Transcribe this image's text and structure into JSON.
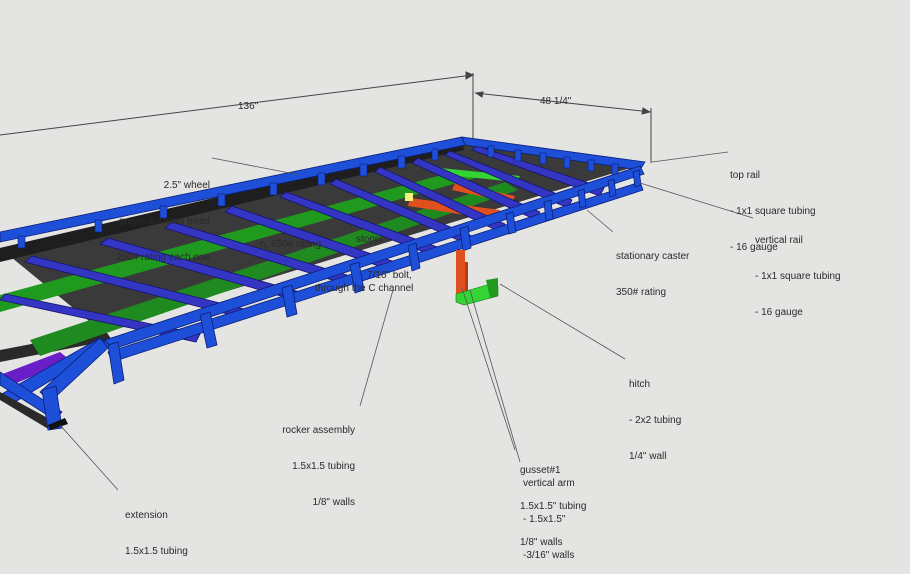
{
  "dimensions": {
    "length": "136\"",
    "width": "48 1/4\""
  },
  "labels": {
    "wheel": [
      "2.5\" wheel",
      "greyhub crown tread",
      "250# rating each one"
    ],
    "hidden_rating": "n, 650# rating",
    "hidden_stop": "stoppi",
    "hidden_bolt": "7/16\" bolt,",
    "hidden_channel": "through the C channel",
    "top_rail": [
      "top rail",
      "- 1x1 square tubing",
      "- 16 gauge"
    ],
    "vertical_rail": [
      "vertical rail",
      "- 1x1 square tubing",
      "- 16 gauge"
    ],
    "stationary_caster": [
      "stationary caster",
      "350# rating"
    ],
    "hitch": [
      "hitch",
      "- 2x2 tubing",
      "1/4\" wall"
    ],
    "rocker_assembly": [
      "rocker assembly",
      "1.5x1.5 tubing",
      "1/8\" walls"
    ],
    "gusset": [
      "gusset#1",
      "1.5x1.5\" tubing",
      "1/8\" walls"
    ],
    "vertical_arm": [
      "vertical arm",
      "- 1.5x1.5\"",
      "-3/16\" walls"
    ],
    "extension": [
      "extension",
      "1.5x1.5 tubing"
    ]
  },
  "colors": {
    "background": "#e4e4e2",
    "rail_blue": "#1e4fd8",
    "cross_member": "#3535c4",
    "channel_dark": "#2e2e2e",
    "rocker_green": "#1f9a1f",
    "bright_green": "#35d435",
    "hitch_orange": "#e0501e",
    "wheel_purple": "#6a1ec8",
    "leader": "#555555"
  }
}
